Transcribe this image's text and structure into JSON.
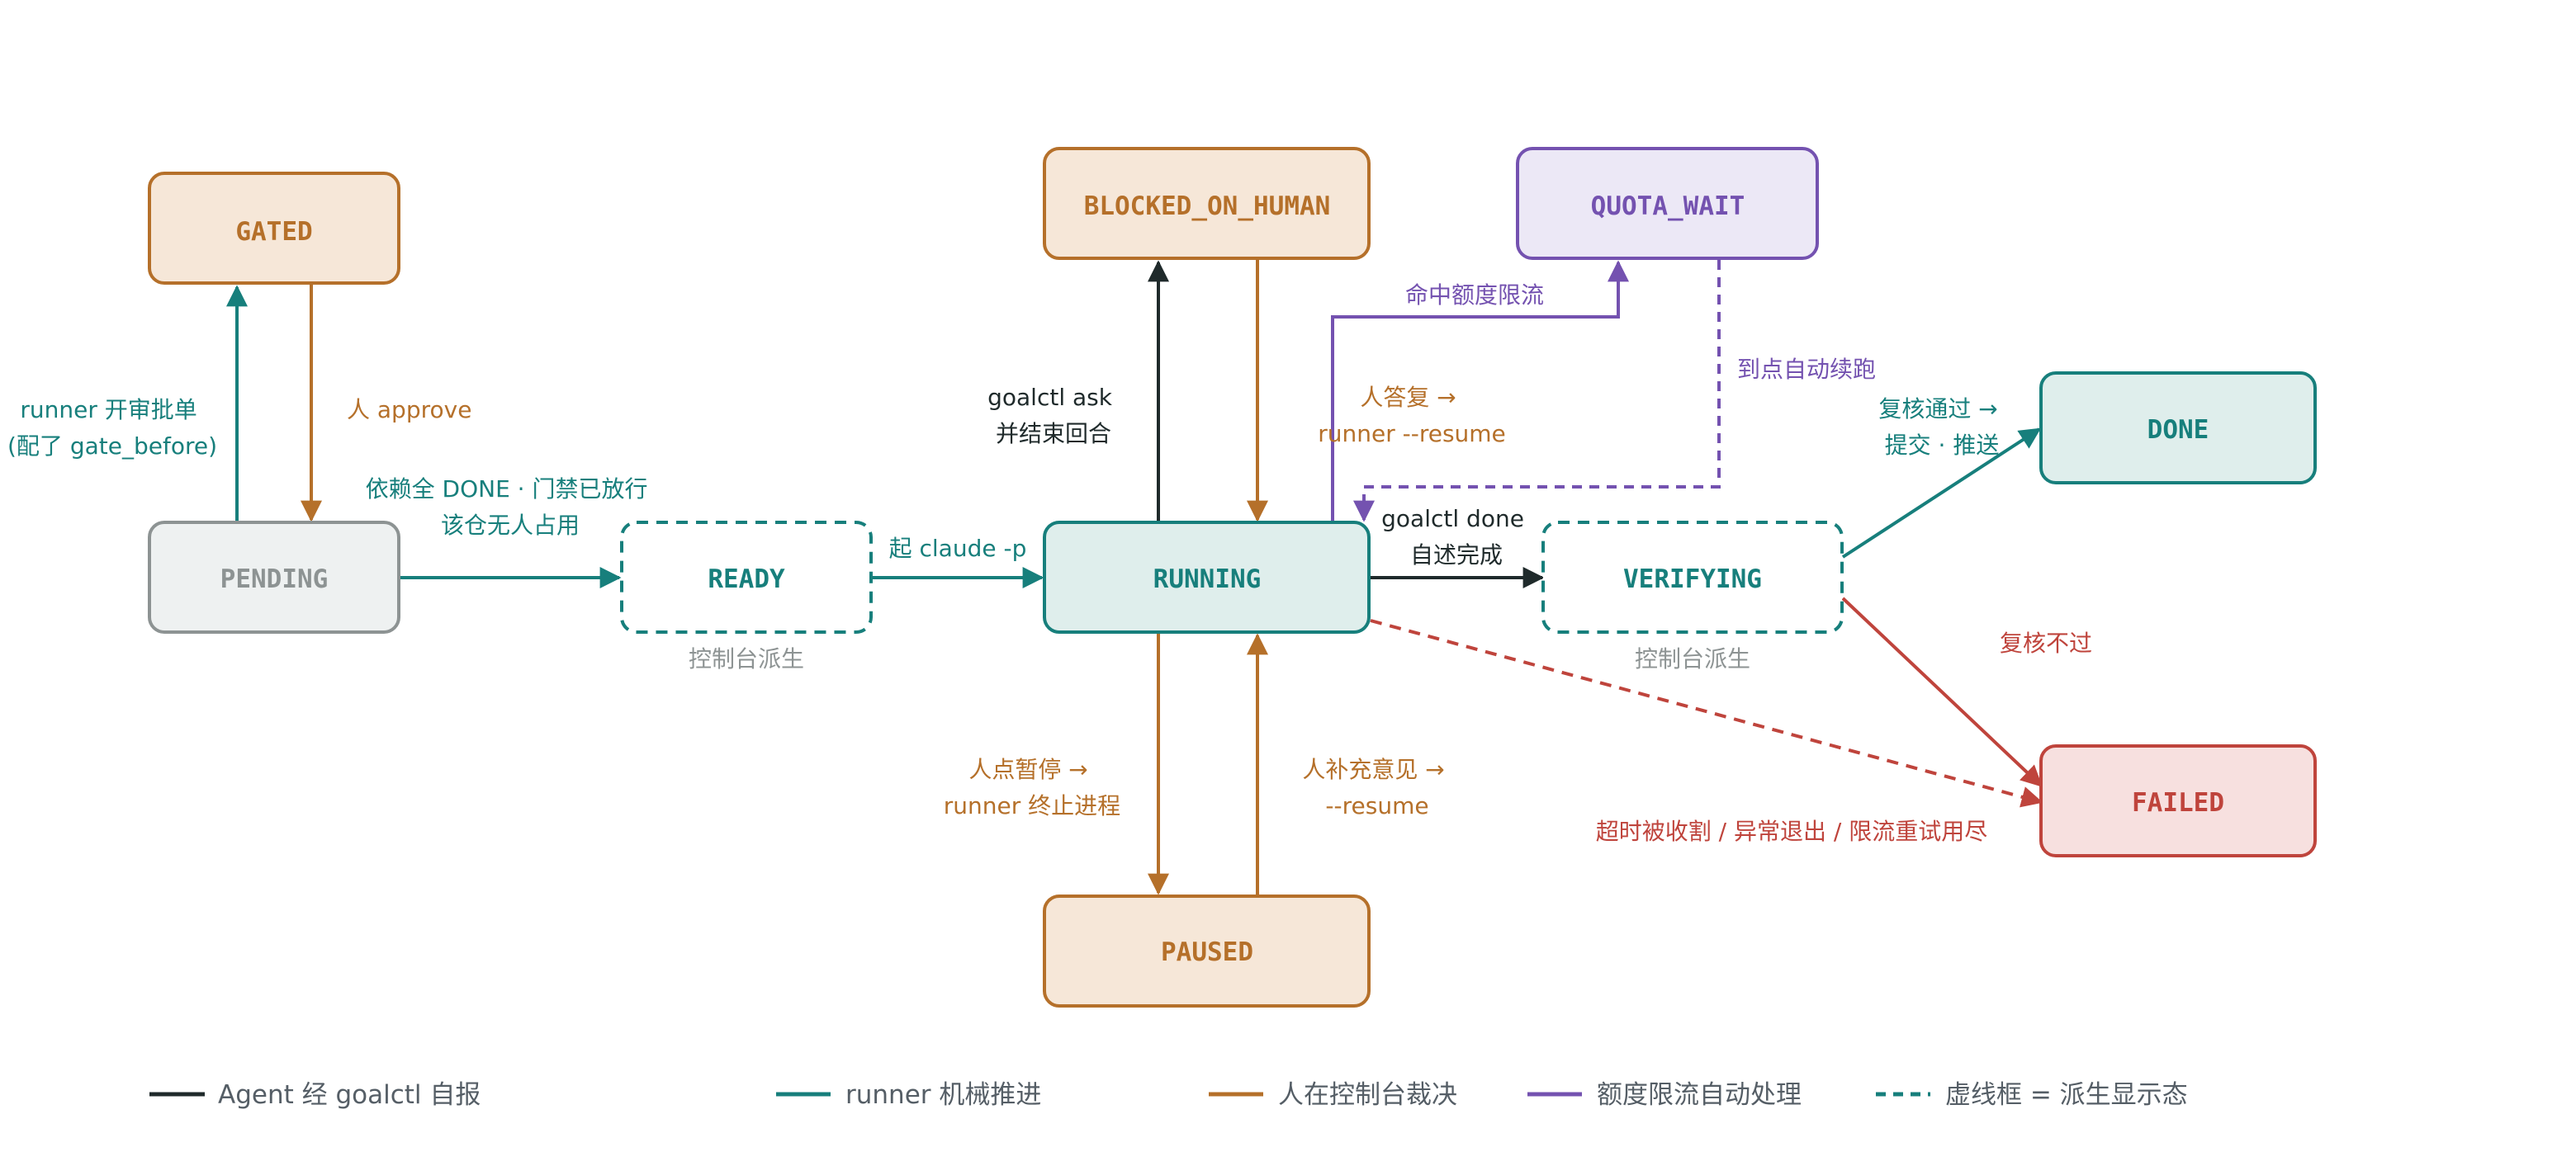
{
  "colors": {
    "agent": "#1f2a2b",
    "runner": "#177f7c",
    "human": "#b5702a",
    "quota": "#7452b0",
    "failed": "#bf443c",
    "gray": "#8d9393",
    "legend_text": "#555e66"
  },
  "states": {
    "gated": "GATED",
    "pending": "PENDING",
    "ready": "READY",
    "running": "RUNNING",
    "blocked": "BLOCKED_ON_HUMAN",
    "paused": "PAUSED",
    "quota_wait": "QUOTA_WAIT",
    "verifying": "VERIFYING",
    "done": "DONE",
    "failed": "FAILED"
  },
  "notes": {
    "ready_derived": "控制台派生",
    "verifying_derived": "控制台派生"
  },
  "edges": {
    "pending_to_gated": [
      "runner 开审批单",
      "(配了 gate_before)"
    ],
    "gated_to_pending": [
      "人 approve"
    ],
    "pending_to_ready": [
      "依赖全 DONE · 门禁已放行",
      "该仓无人占用"
    ],
    "ready_to_running": [
      "起 claude -p"
    ],
    "running_to_blocked": [
      "goalctl ask",
      "并结束回合"
    ],
    "blocked_to_running": [
      "人答复 →",
      "runner --resume"
    ],
    "running_to_quota": [
      "命中额度限流"
    ],
    "quota_to_running": [
      "到点自动续跑"
    ],
    "running_to_verifying": [
      "goalctl done",
      "自述完成"
    ],
    "verifying_to_done": [
      "复核通过 →",
      "提交 · 推送"
    ],
    "verifying_to_failed": [
      "复核不过"
    ],
    "running_to_failed": [
      "超时被收割 / 异常退出 / 限流重试用尽"
    ],
    "running_to_paused": [
      "人点暂停 →",
      "runner 终止进程"
    ],
    "paused_to_running": [
      "人补充意见 →",
      "--resume"
    ]
  },
  "legend": [
    {
      "label": "Agent 经 goalctl 自报",
      "color": "agent",
      "dashed": false
    },
    {
      "label": "runner 机械推进",
      "color": "runner",
      "dashed": false
    },
    {
      "label": "人在控制台裁决",
      "color": "human",
      "dashed": false
    },
    {
      "label": "额度限流自动处理",
      "color": "quota",
      "dashed": false
    },
    {
      "label": "虚线框 = 派生显示态",
      "color": "runner",
      "dashed": true
    }
  ]
}
